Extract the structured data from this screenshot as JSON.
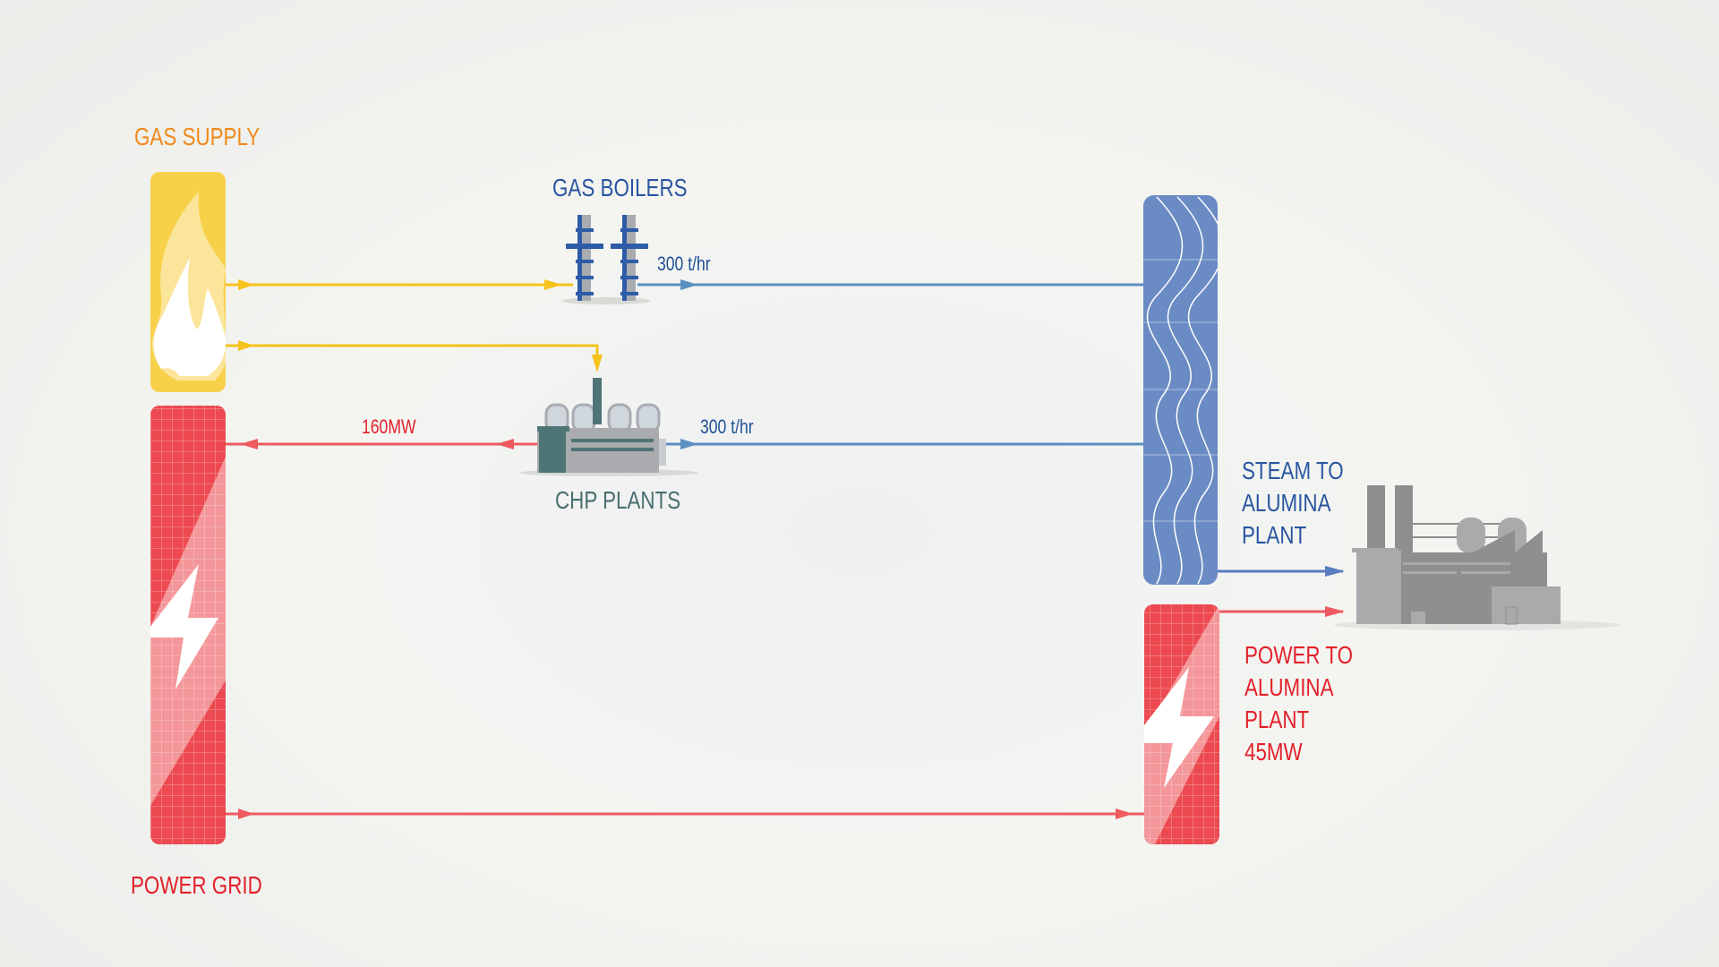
{
  "labels": {
    "gas_supply": "GAS SUPPLY",
    "gas_boilers": "GAS BOILERS",
    "chp_plants": "CHP PLANTS",
    "power_grid": "POWER GRID",
    "boiler_steam_flow": "300 t/hr",
    "chp_steam_flow": "300 t/hr",
    "chp_power_output": "160MW",
    "steam_to_plant": [
      "STEAM TO",
      "ALUMINA",
      "PLANT"
    ],
    "power_to_plant": [
      "POWER TO",
      "ALUMINA",
      "PLANT",
      "45MW"
    ]
  },
  "colors": {
    "gas": "#f8d14a",
    "gas_line": "#f6c21c",
    "power": "#ec4a50",
    "power_line": "#ee5a60",
    "steam": "#6a8bc4",
    "steam_line": "#5a8fc0",
    "label_blue": "#2a56a0",
    "label_red": "#e3202a",
    "label_orange": "#f08a1c",
    "label_teal": "#4a6e70",
    "factory": "#8e8f91"
  }
}
